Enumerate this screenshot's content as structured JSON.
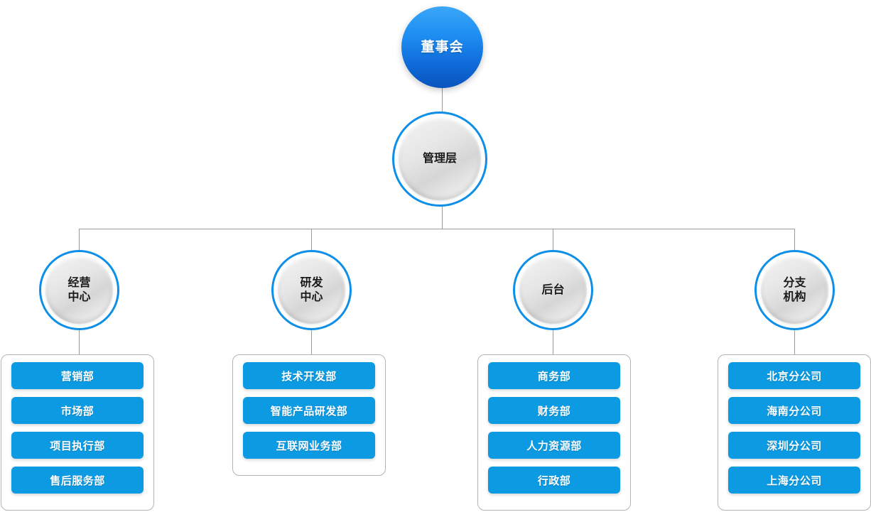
{
  "chart": {
    "type": "org-chart",
    "title": "",
    "root": {
      "label": "董事会"
    },
    "level2": {
      "label": "管理层"
    },
    "branches": [
      {
        "label": "经营\n中心",
        "label_lines": [
          "经营",
          "中心"
        ],
        "children": [
          "营销部",
          "市场部",
          "项目执行部",
          "售后服务部"
        ]
      },
      {
        "label": "研发\n中心",
        "label_lines": [
          "研发",
          "中心"
        ],
        "children": [
          "技术开发部",
          "智能产品研发部",
          "互联网业务部"
        ]
      },
      {
        "label": "后台",
        "label_lines": [
          "后台"
        ],
        "children": [
          "商务部",
          "财务部",
          "人力资源部",
          "行政部"
        ]
      },
      {
        "label": "分支\n机构",
        "label_lines": [
          "分支",
          "机构"
        ],
        "children": [
          "北京分公司",
          "海南分公司",
          "深圳分公司",
          "上海分公司"
        ]
      }
    ],
    "colors": {
      "root_gradient_top": "#3aa7f7",
      "root_gradient_bottom": "#0a53bd",
      "ring_border": "#0d8fe8",
      "leaf_fill": "#0c9ae3",
      "leaf_text": "#ffffff",
      "connector": "#9a9a9a",
      "group_border": "#b4b4b4",
      "background": "#ffffff"
    }
  }
}
